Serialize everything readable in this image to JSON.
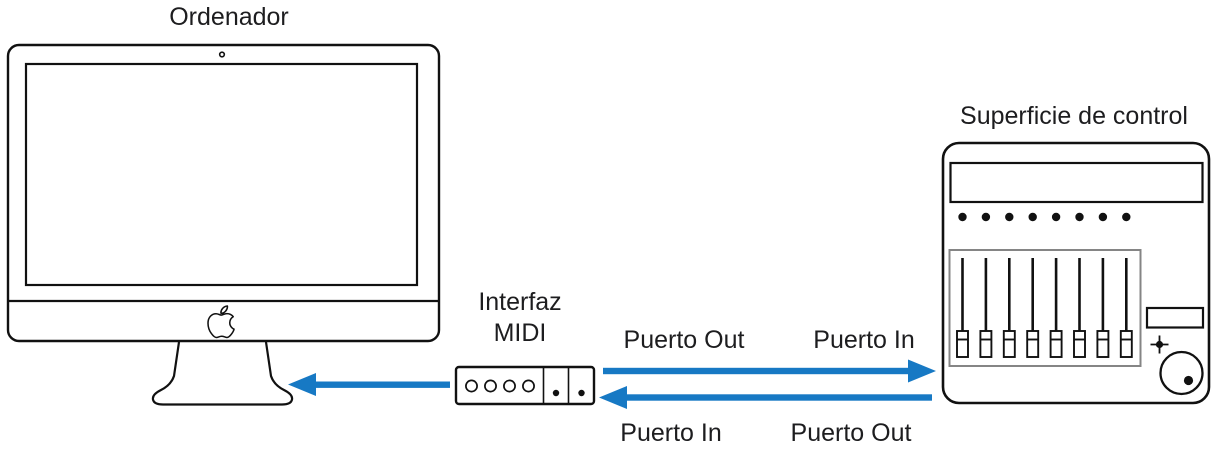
{
  "labels": {
    "computer": "Ordenador",
    "interface_line1": "Interfaz",
    "interface_line2": "MIDI",
    "control_surface": "Superficie de control"
  },
  "ports": {
    "top_near_interface": "Puerto Out",
    "top_near_surface": "Puerto In",
    "bottom_near_interface": "Puerto In",
    "bottom_near_surface": "Puerto Out"
  },
  "colors": {
    "arrow_blue": "#1779c4",
    "outline_black": "#111111",
    "fader_frame_gray": "#858585"
  }
}
